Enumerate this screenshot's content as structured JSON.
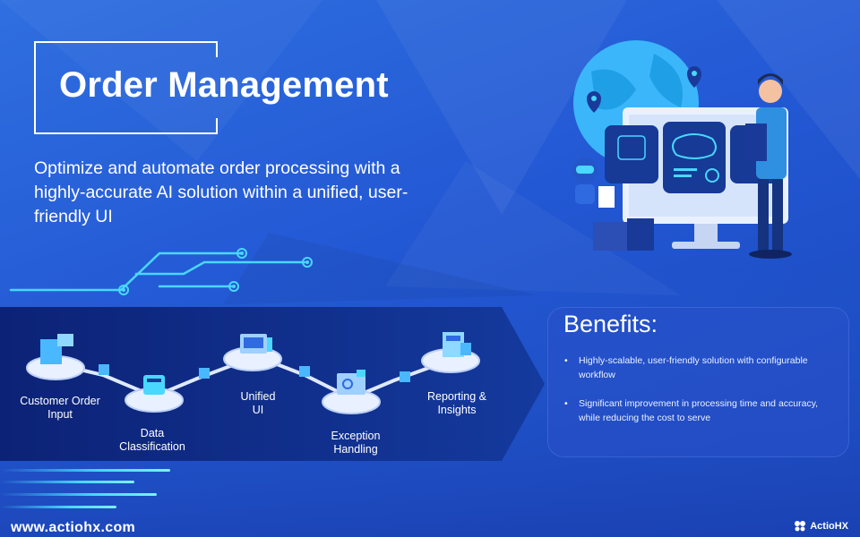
{
  "header": {
    "title": "Order Management",
    "subtitle": "Optimize and automate order processing with a highly-accurate AI solution within a unified, user-friendly UI"
  },
  "process": {
    "steps": [
      {
        "label": "Customer Order\nInput",
        "icon": "order-input-icon"
      },
      {
        "label": "Data\nClassification",
        "icon": "data-classification-icon"
      },
      {
        "label": "Unified\nUI",
        "icon": "unified-ui-icon"
      },
      {
        "label": "Exception\nHandling",
        "icon": "exception-handling-icon"
      },
      {
        "label": "Reporting &\nInsights",
        "icon": "reporting-icon"
      }
    ]
  },
  "benefits": {
    "heading": "Benefits:",
    "items": [
      "Highly-scalable, user-friendly solution with configurable workflow",
      "Significant improvement in processing time and accuracy, while reducing the cost to serve"
    ]
  },
  "footer": {
    "website": "www.actiohx.com",
    "brand": "ActioHX"
  },
  "colors": {
    "background": "#2358d4",
    "accent_cyan": "#49d8ff",
    "panel_dark": "#0f2a86",
    "white": "#ffffff"
  }
}
